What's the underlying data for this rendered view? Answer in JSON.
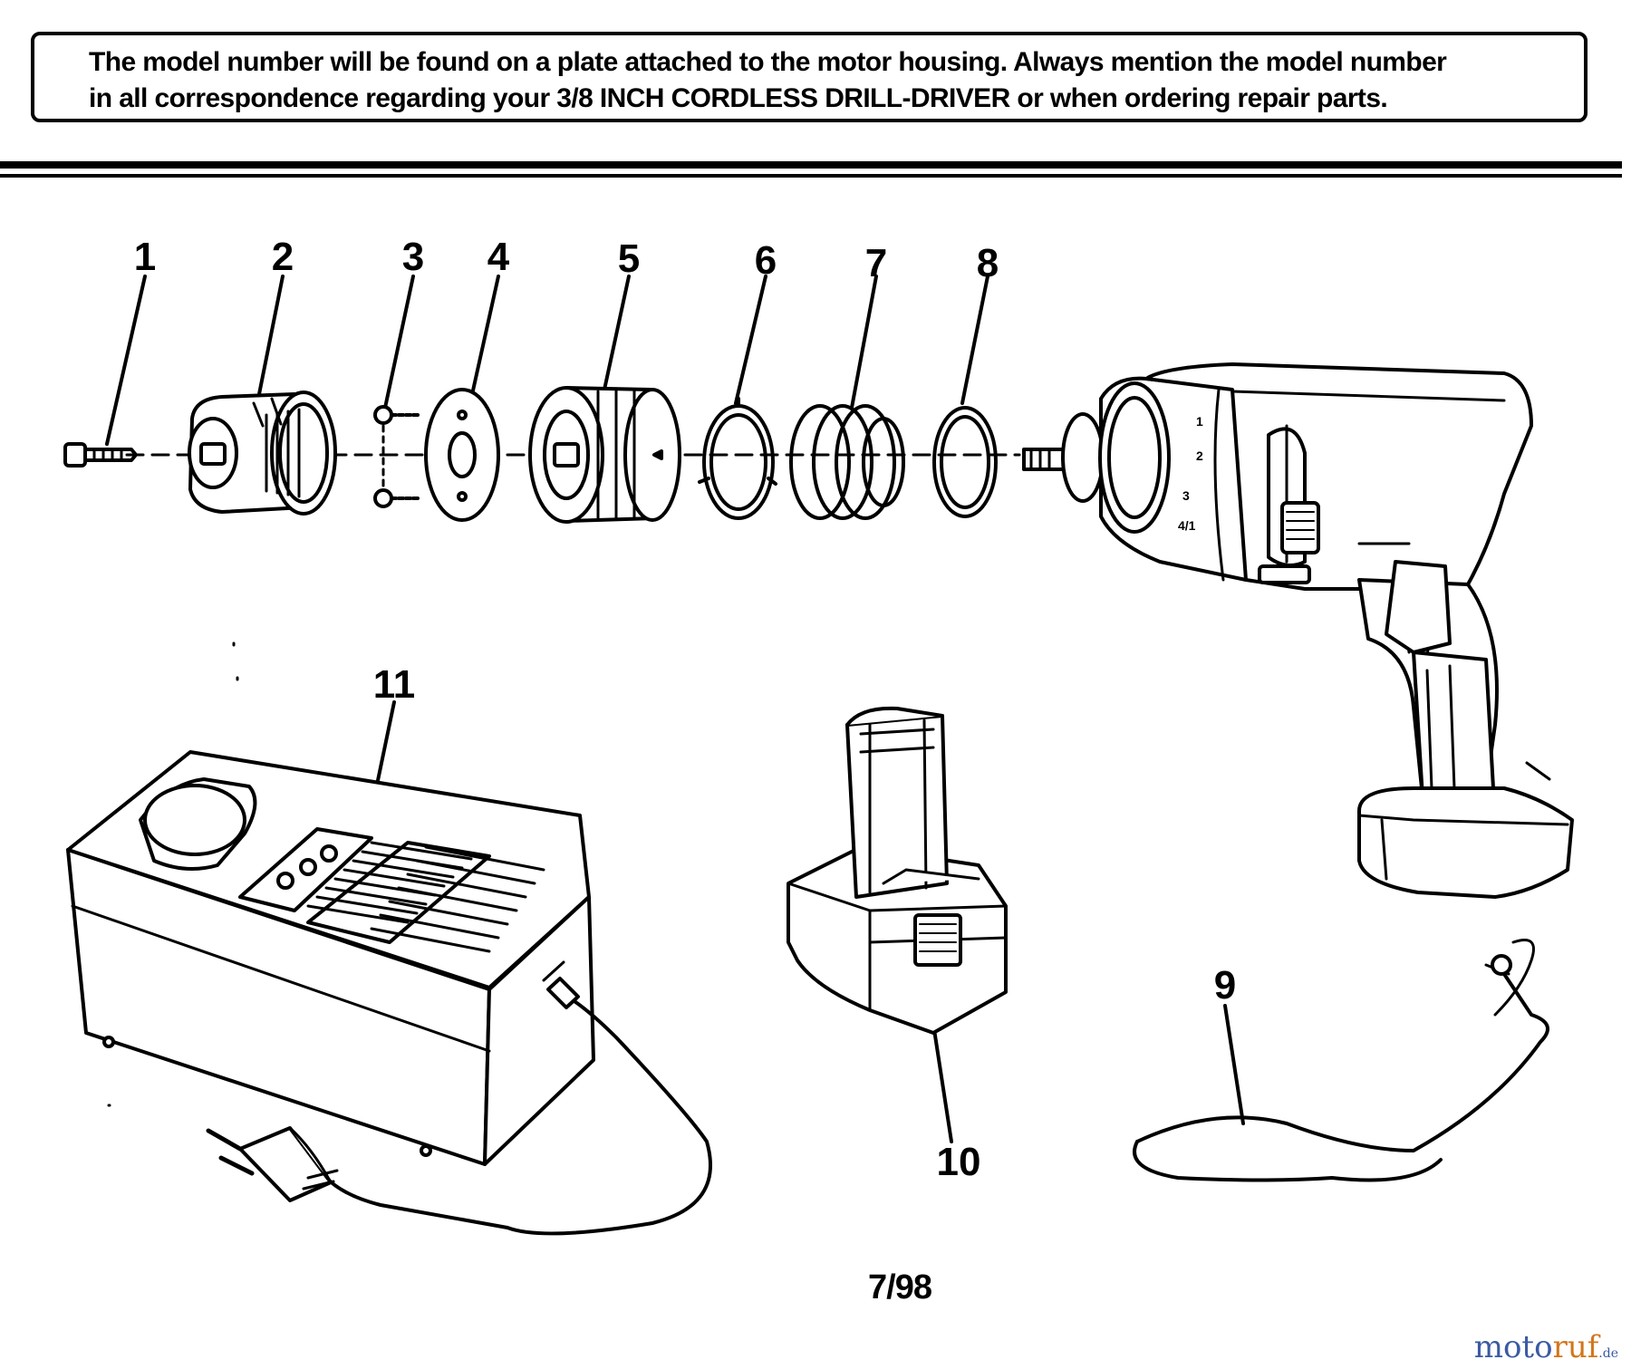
{
  "notice": {
    "line1": "The model number will be found on a plate attached to the motor housing. Always mention the model number",
    "line2_pre": "in all correspondence regarding your ",
    "line2_bold": "3/8 INCH CORDLESS DRILL-DRIVER",
    "line2_post": " or when ordering repair parts."
  },
  "callouts": [
    "1",
    "2",
    "3",
    "4",
    "5",
    "6",
    "7",
    "8",
    "9",
    "10",
    "11"
  ],
  "drill_markings": [
    "1",
    "2",
    "3",
    "4/1"
  ],
  "page_number": "7/98",
  "watermark": {
    "part1": "moto",
    "part2": "ruf",
    "suffix": ".de"
  }
}
